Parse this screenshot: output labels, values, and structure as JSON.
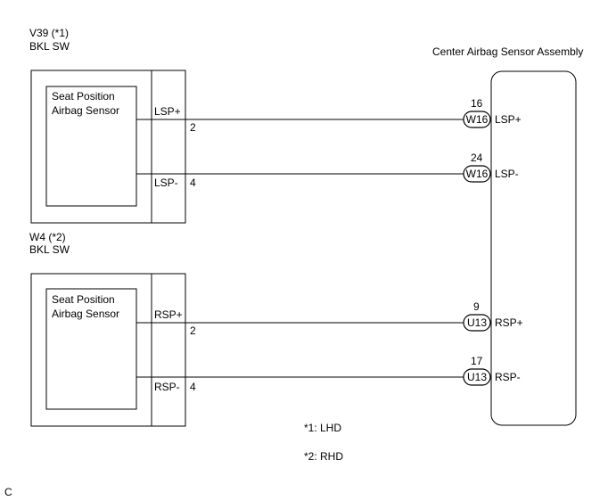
{
  "upper": {
    "connector_code": "V39 (*1)",
    "connector_name": "BKL SW",
    "sensor_name_line1": "Seat Position",
    "sensor_name_line2": "Airbag Sensor",
    "wires": [
      {
        "signal": "LSP+",
        "pin": "2",
        "ecu_pin": "16",
        "ecu_connector": "W16",
        "ecu_terminal": "LSP+"
      },
      {
        "signal": "LSP-",
        "pin": "4",
        "ecu_pin": "24",
        "ecu_connector": "W16",
        "ecu_terminal": "LSP-"
      }
    ]
  },
  "lower": {
    "connector_code": "W4 (*2)",
    "connector_name": "BKL SW",
    "sensor_name_line1": "Seat Position",
    "sensor_name_line2": "Airbag Sensor",
    "wires": [
      {
        "signal": "RSP+",
        "pin": "2",
        "ecu_pin": "9",
        "ecu_connector": "U13",
        "ecu_terminal": "RSP+"
      },
      {
        "signal": "RSP-",
        "pin": "4",
        "ecu_pin": "17",
        "ecu_connector": "U13",
        "ecu_terminal": "RSP-"
      }
    ]
  },
  "ecu": {
    "name": "Center Airbag Sensor Assembly"
  },
  "notes": {
    "note1": "*1: LHD",
    "note2": "*2: RHD"
  },
  "corner_label": "C"
}
